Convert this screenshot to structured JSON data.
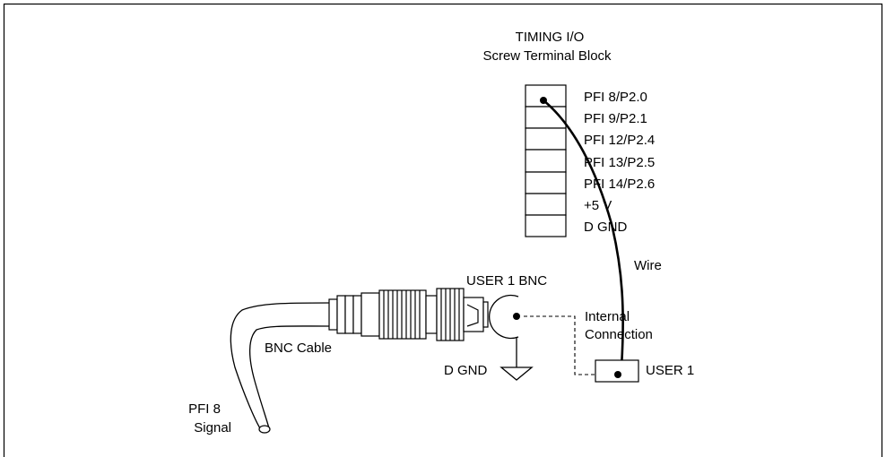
{
  "diagram": {
    "header": {
      "title": "TIMING I/O",
      "subtitle": "Screw Terminal Block"
    },
    "terminals": [
      "PFI 8/P2.0",
      "PFI 9/P2.1",
      "PFI 12/P2.4",
      "PFI 13/P2.5",
      "PFI 14/P2.6",
      "+5 V",
      "D GND"
    ],
    "labels": {
      "wire": "Wire",
      "user1_bnc": "USER 1 BNC",
      "internal_line1": "Internal",
      "internal_line2": "Connection",
      "bnc_cable": "BNC Cable",
      "dgnd": "D GND",
      "user1": "USER 1",
      "pfi8_line1": "PFI 8",
      "pfi8_line2": "Signal"
    }
  }
}
